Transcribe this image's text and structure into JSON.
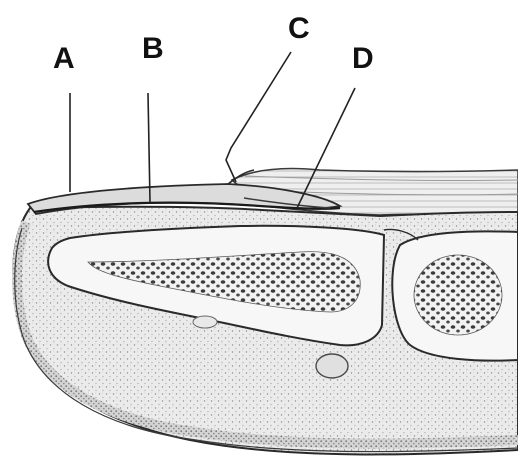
{
  "diagram": {
    "labels": {
      "a": "A",
      "b": "B",
      "c": "C",
      "d": "D"
    },
    "colors": {
      "ink": "#2a2a2a",
      "tissue": "#e6e6e6",
      "bone_cavity": "#f7f7f7",
      "marrow": "#3a3a3a",
      "nail": "#d9d9d9"
    }
  }
}
